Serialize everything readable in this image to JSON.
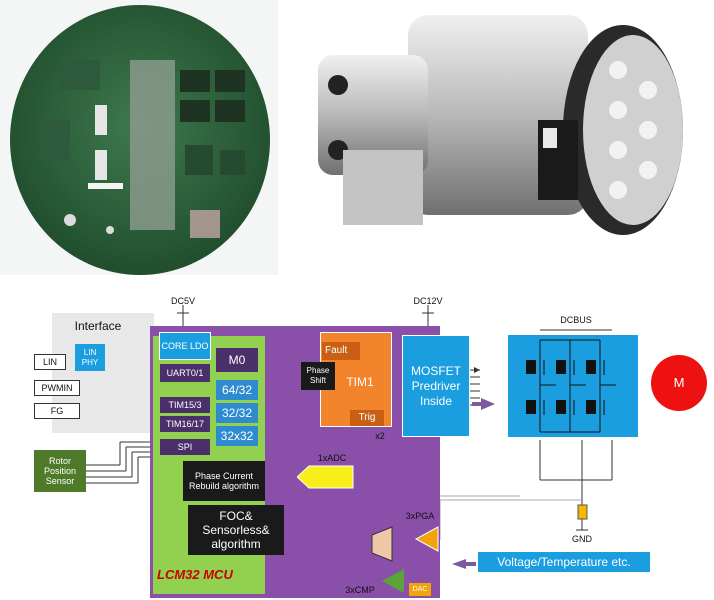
{
  "photos": {
    "pcb": {
      "description_icon": "pcb-board-photo"
    },
    "motor": {
      "description_icon": "motor-pump-photo"
    }
  },
  "diagram": {
    "interface_title": "Interface",
    "lin_label": "LIN",
    "lin_phy": "LIN PHY",
    "pwmin": "PWMIN",
    "fg": "FG",
    "rotor_sensor": "Rotor Position Sensor",
    "dc5v": "DC5V",
    "dc12v": "DC12V",
    "dcbus": "DCBUS",
    "gnd": "GND",
    "core_ldo": "CORE LDO",
    "m0": "M0",
    "uart": "UART0/1",
    "tim15": "TIM15/3",
    "tim16": "TIM16/17",
    "spi": "SPI",
    "b64": "64/32",
    "b32": "32/32",
    "b32x32": "32x32",
    "fault": "Fault",
    "phase_shift": "Phase Shift",
    "tim1": "TIM1",
    "trig": "Trig",
    "x2": "x2",
    "adc": "1xADC",
    "phase_current": "Phase Current Rebuild algorithm",
    "foc": "FOC& Sensorless& algorithm",
    "mcu_name": "LCM32 MCU",
    "pga": "3xPGA",
    "cmp": "3xCMP",
    "dac": "DAC",
    "mosfet": "MOSFET Predriver Inside",
    "motor": "M",
    "voltage_temp": "Voltage/Temperature etc."
  },
  "colors": {
    "mcu_purple": "#8a4fa8",
    "green": "#92d050",
    "blue": "#1a9ee0",
    "orange": "#f2852b",
    "dark_green": "#4f7a2a",
    "motor_red": "#ee1111"
  }
}
